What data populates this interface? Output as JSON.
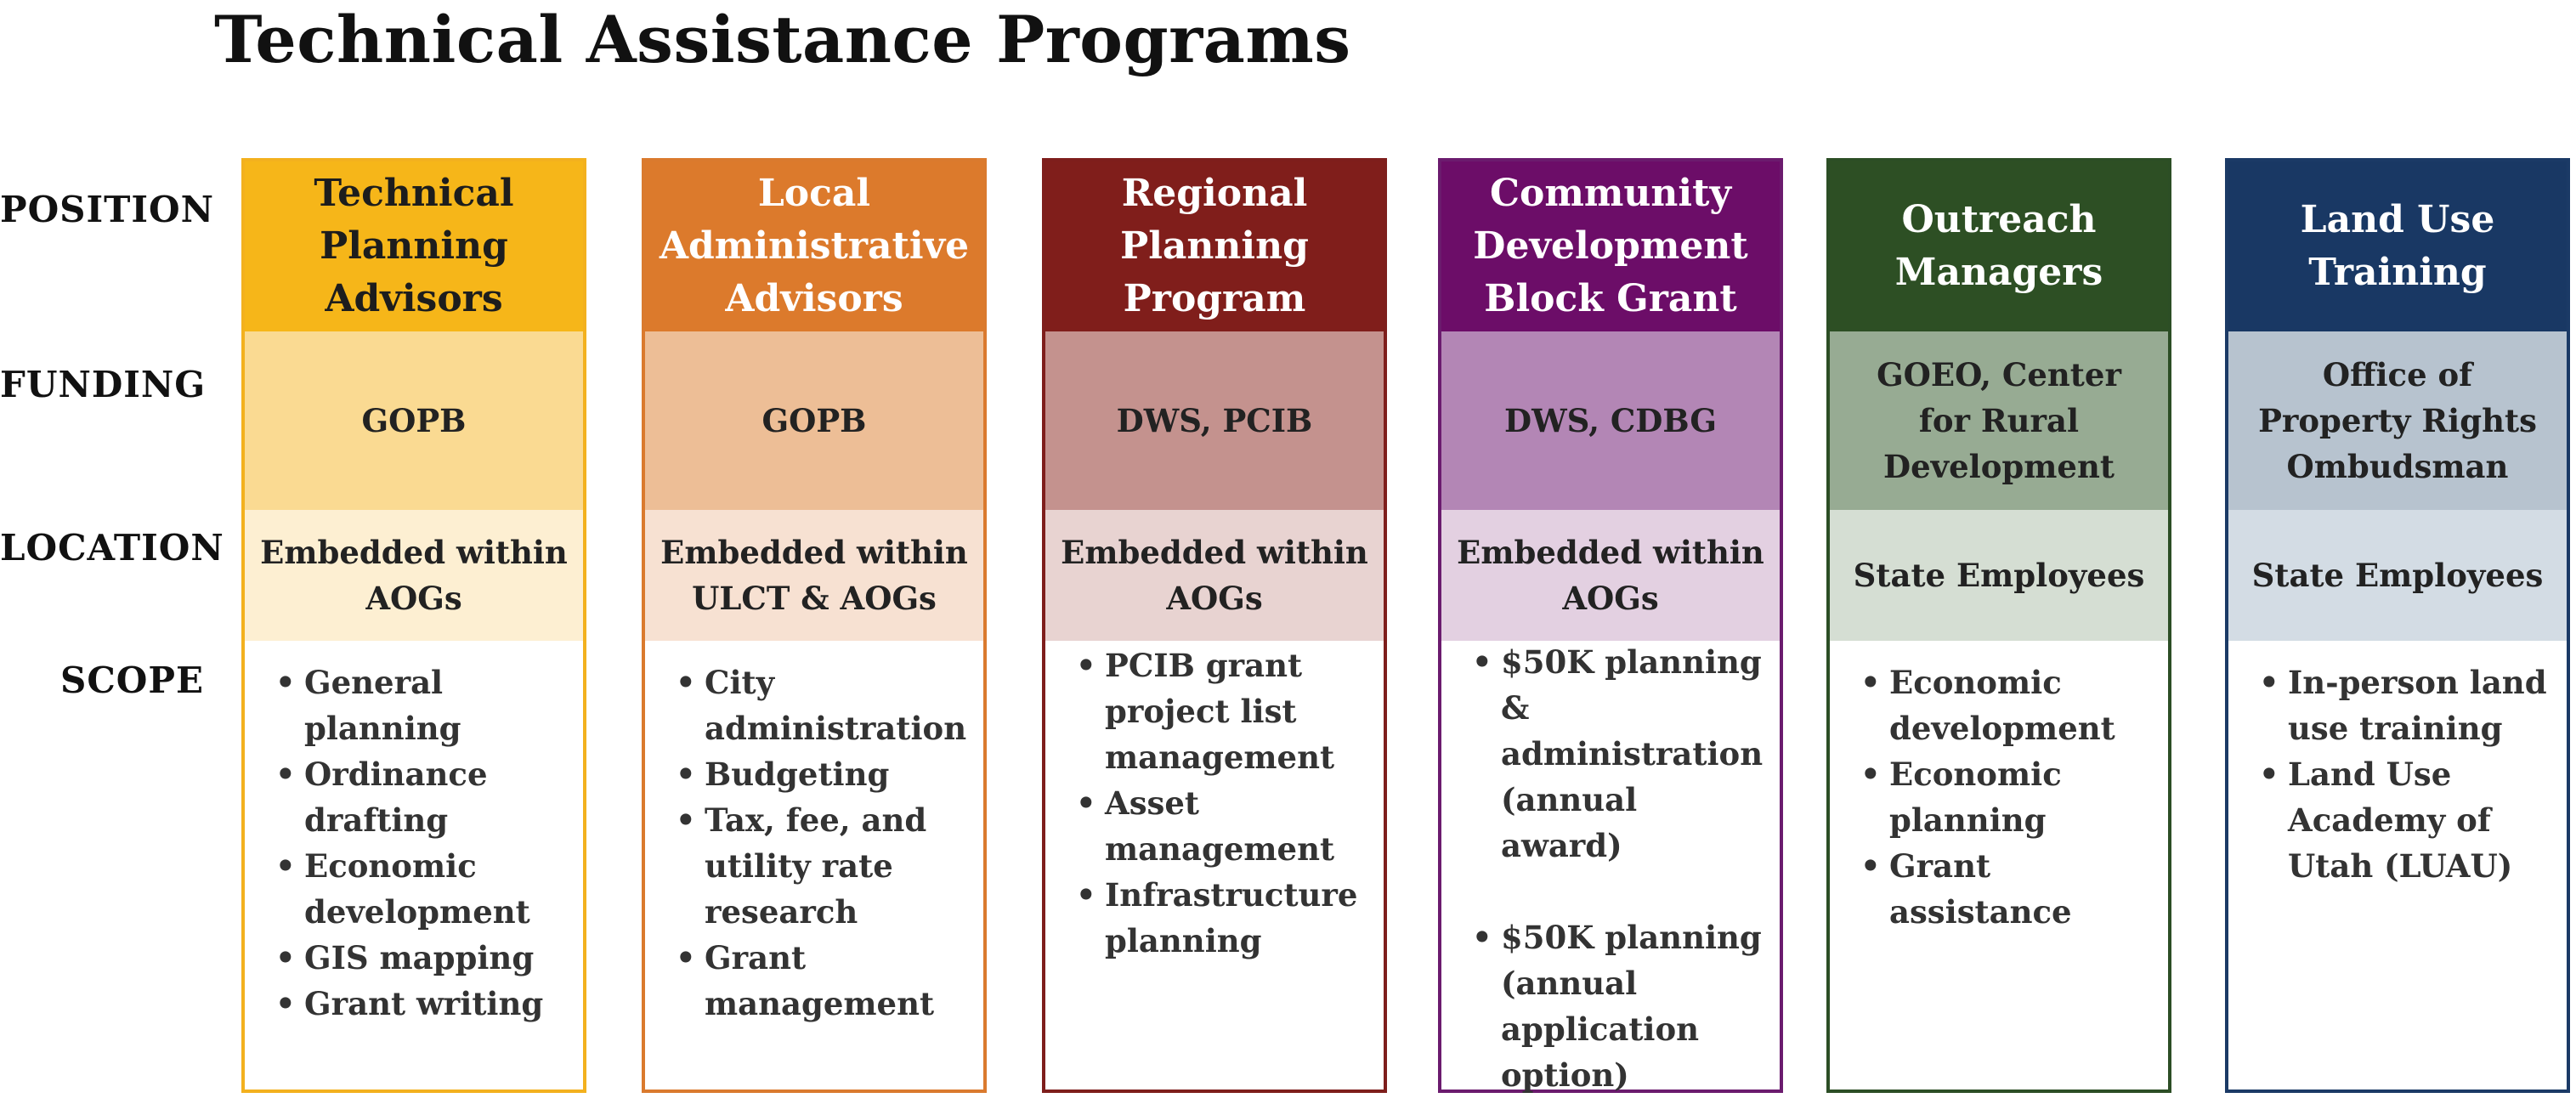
{
  "title": "Technical Assistance Programs",
  "row_labels": [
    "POSITION",
    "FUNDING",
    "LOCATION",
    "SCOPE"
  ],
  "columns": [
    {
      "id": "tpa",
      "position": "Technical Planning Advisors",
      "funding": "GOPB",
      "location": "Embedded within AOGs",
      "scope": [
        "General planning",
        "Ordinance drafting",
        "Economic development",
        "GIS mapping",
        "Grant writing"
      ],
      "colors": {
        "border": "#F3B11E",
        "header": "#F6B619",
        "header_text": "#1d1d1d",
        "funding": "#FADA92",
        "location": "#FDEFD2"
      }
    },
    {
      "id": "laa",
      "position": "Local Administrative Advisors",
      "funding": "GOPB",
      "location": "Embedded within ULCT & AOGs",
      "scope": [
        "City administration",
        "Budgeting",
        "Tax, fee, and utility rate research",
        "Grant management"
      ],
      "colors": {
        "border": "#DA7A2E",
        "header": "#DC7A2C",
        "header_text": "#ffffff",
        "funding": "#EDBE96",
        "location": "#F7E1D2"
      }
    },
    {
      "id": "rpp",
      "position": "Regional Planning Program",
      "funding": "DWS, PCIB",
      "location": "Embedded within AOGs",
      "scope": [
        "PCIB grant project list management",
        "Asset management",
        "Infrastructure planning"
      ],
      "colors": {
        "border": "#7E1E1C",
        "header": "#801E1B",
        "header_text": "#ffffff",
        "funding": "#C4928E",
        "location": "#E8D3D1"
      }
    },
    {
      "id": "cdbg",
      "position": "Community Development Block Grant",
      "funding": "DWS, CDBG",
      "location": "Embedded within AOGs",
      "scope": [
        "$50K planning & administration (annual award)",
        "$50K planning (annual application option)"
      ],
      "colors": {
        "border": "#6B1B6E",
        "header": "#6C0D68",
        "header_text": "#ffffff",
        "funding": "#B386B5",
        "location": "#E3D0E1"
      }
    },
    {
      "id": "om",
      "position": "Outreach Managers",
      "funding": "GOEO, Center for Rural Development",
      "location": "State Employees",
      "scope": [
        "Economic development",
        "Economic planning",
        "Grant assistance"
      ],
      "colors": {
        "border": "#2C4E25",
        "header": "#2D4F24",
        "header_text": "#ffffff",
        "funding": "#97AB93",
        "location": "#D5DED3"
      }
    },
    {
      "id": "lut",
      "position": "Land Use Training",
      "funding": "Office of Property Rights Ombudsman",
      "location": "State Employees",
      "scope": [
        "In-person land use training",
        "Land Use Academy of Utah (LUAU)"
      ],
      "colors": {
        "border": "#1B3A66",
        "header": "#193864",
        "header_text": "#ffffff",
        "funding": "#B7C3CF",
        "location": "#D3DCE4"
      }
    }
  ]
}
